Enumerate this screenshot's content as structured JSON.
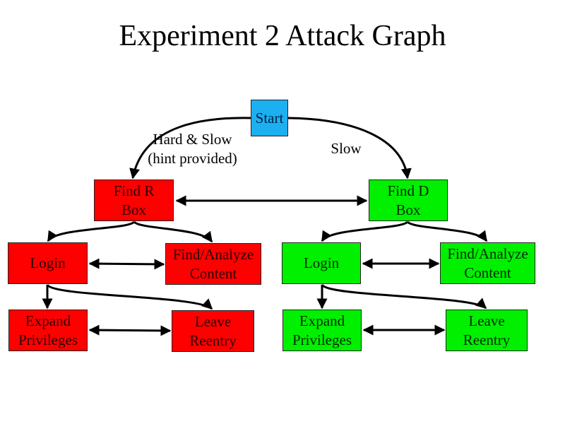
{
  "title": "Experiment 2 Attack Graph",
  "colors": {
    "start": "#1cb0f0",
    "r_branch": "#ff0000",
    "d_branch": "#00f000",
    "edge": "#000000"
  },
  "nodes": {
    "start": "Start",
    "find_r_box": "Find R\nBox",
    "find_d_box": "Find D\nBox",
    "r_login": "Login",
    "r_find_analyze": "Find/Analyze\nContent",
    "r_expand": "Expand\nPrivileges",
    "r_leave": "Leave\nReentry",
    "d_login": "Login",
    "d_find_analyze": "Find/Analyze\nContent",
    "d_expand": "Expand\nPrivileges",
    "d_leave": "Leave\nReentry"
  },
  "edge_labels": {
    "to_r": "Hard & Slow\n(hint provided)",
    "to_d": "Slow"
  },
  "edges": [
    {
      "from": "start",
      "to": "find_r_box",
      "label": "Hard & Slow (hint provided)"
    },
    {
      "from": "start",
      "to": "find_d_box",
      "label": "Slow"
    },
    {
      "from": "find_r_box",
      "to": "find_d_box",
      "bidirectional": true
    },
    {
      "from": "find_r_box",
      "to": "r_login"
    },
    {
      "from": "find_r_box",
      "to": "r_find_analyze"
    },
    {
      "from": "r_login",
      "to": "r_find_analyze",
      "bidirectional": true
    },
    {
      "from": "r_login",
      "to": "r_expand"
    },
    {
      "from": "r_login",
      "to": "r_leave"
    },
    {
      "from": "r_expand",
      "to": "r_leave",
      "bidirectional": true
    },
    {
      "from": "find_d_box",
      "to": "d_login"
    },
    {
      "from": "find_d_box",
      "to": "d_find_analyze"
    },
    {
      "from": "d_login",
      "to": "d_find_analyze",
      "bidirectional": true
    },
    {
      "from": "d_login",
      "to": "d_expand"
    },
    {
      "from": "d_login",
      "to": "d_leave"
    },
    {
      "from": "d_expand",
      "to": "d_leave",
      "bidirectional": true
    }
  ]
}
